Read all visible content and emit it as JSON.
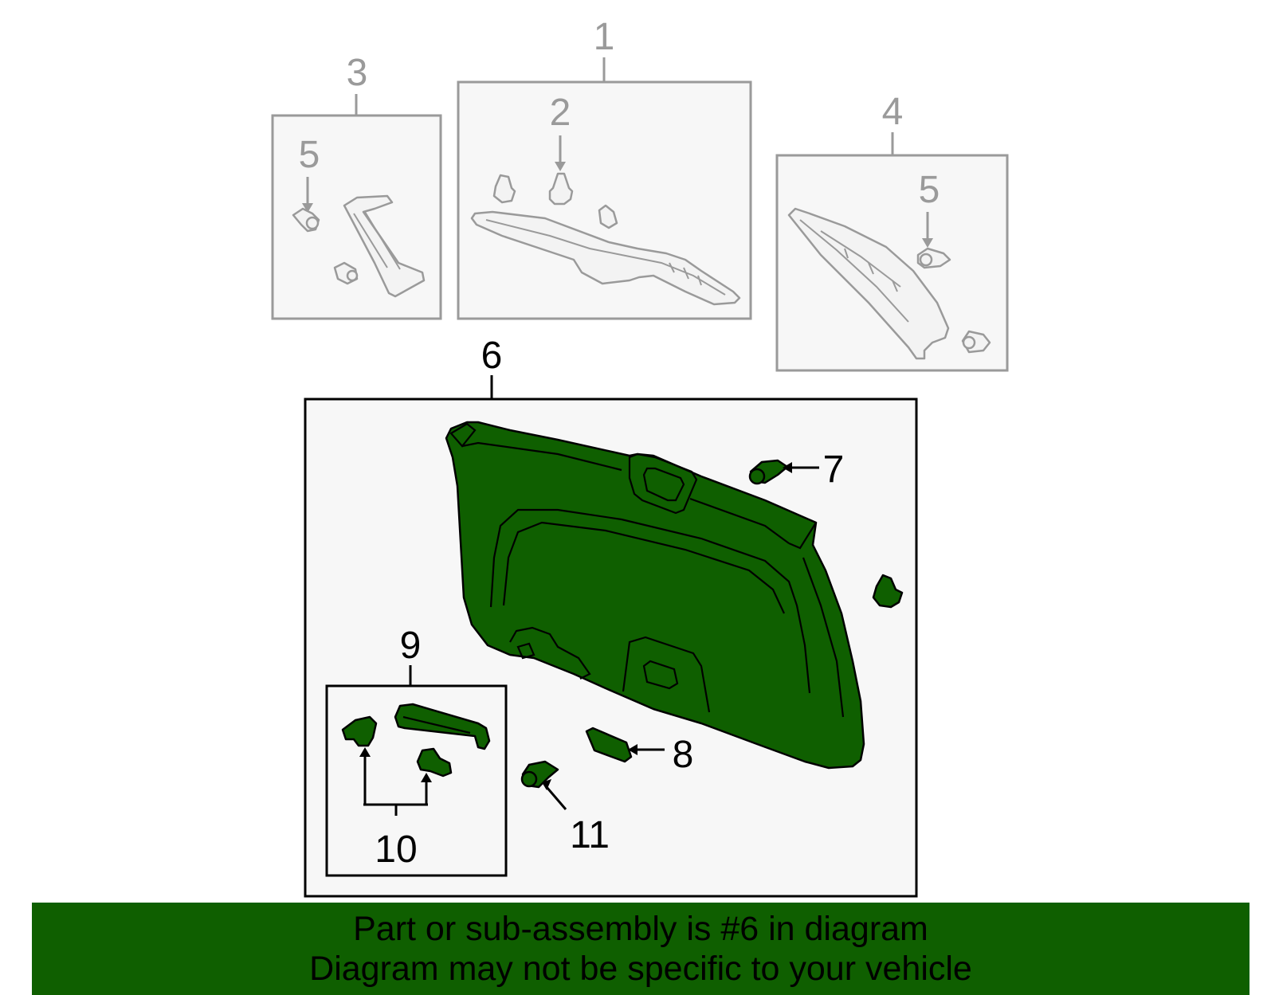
{
  "callouts": {
    "c1": "1",
    "c2": "2",
    "c3": "3",
    "c4": "4",
    "c5a": "5",
    "c5b": "5",
    "c6": "6",
    "c7": "7",
    "c8": "8",
    "c9": "9",
    "c10": "10",
    "c11": "11"
  },
  "banner": {
    "line1": "Part or sub-assembly is #6 in diagram",
    "line2": "Diagram may not be specific to your vehicle"
  },
  "colors": {
    "highlight_green": "#0f5f00",
    "inactive_gray": "#9a9a9a",
    "box_fill": "#f7f7f7"
  }
}
